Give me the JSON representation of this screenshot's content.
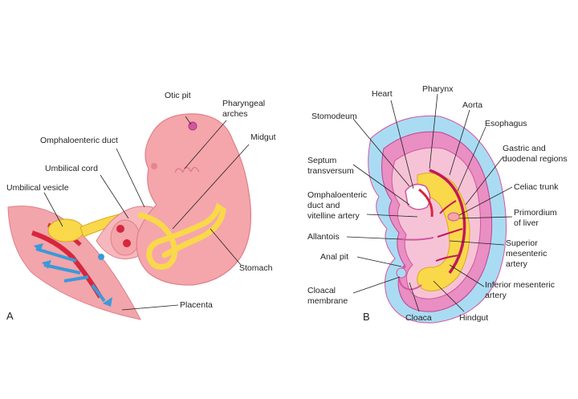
{
  "panel_a": {
    "letter": "A",
    "labels": {
      "otic_pit": "Otic pit",
      "pharyngeal_arches_1": "Pharyngeal",
      "pharyngeal_arches_2": "arches",
      "midgut": "Midgut",
      "omphaloenteric_duct": "Omphaloenteric duct",
      "umbilical_cord": "Umbilical cord",
      "umbilical_vesicle": "Umbilical vesicle",
      "stomach": "Stomach",
      "placenta": "Placenta"
    }
  },
  "panel_b": {
    "letter": "B",
    "labels": {
      "heart": "Heart",
      "pharynx": "Pharynx",
      "aorta": "Aorta",
      "stomodeum": "Stomodeum",
      "esophagus": "Esophagus",
      "gastric_1": "Gastric and",
      "gastric_2": "duodenal regions",
      "septum_1": "Septum",
      "septum_2": "transversum",
      "celiac_trunk": "Celiac trunk",
      "omphalo_1": "Omphaloenteric",
      "omphalo_2": "duct and",
      "omphalo_3": "vitelline artery",
      "primordium_1": "Primordium",
      "primordium_2": "of liver",
      "allantois": "Allantois",
      "sma_1": "Superior",
      "sma_2": "mesenteric",
      "sma_3": "artery",
      "anal_pit": "Anal pit",
      "ima_1": "Inferior mesenteric",
      "ima_2": "artery",
      "cloacal_1": "Cloacal",
      "cloacal_2": "membrane",
      "cloaca": "Cloaca",
      "hindgut": "Hindgut"
    }
  },
  "colors": {
    "embryo_pink": "#f4a6ab",
    "embryo_dark": "#e8848c",
    "gut_yellow": "#f9d84a",
    "artery_red": "#d7263d",
    "vein_blue": "#3a9ad9",
    "amnion_blue": "#a9dcf3",
    "wall_magenta": "#d455a0"
  }
}
